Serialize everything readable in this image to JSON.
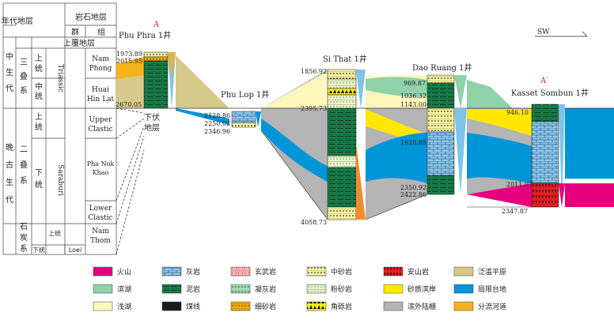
{
  "strat": {
    "h_chrono": "年代地层",
    "h_litho": "岩石地层",
    "h_group": "群",
    "h_formation": "组",
    "overburden": "上覆地层",
    "era_meso": "中生代",
    "triassic": "三叠系",
    "upper": "上统",
    "middle": "中统",
    "triassic_en": "Triassic",
    "nam_phong_1": "Nam",
    "nam_phong_2": "Phong",
    "huai_1": "Huai",
    "huai_2": "Hin Lat",
    "era_late_paleo": "晚古生代",
    "permian": "二叠系",
    "perm_upper": "上统",
    "perm_lower": "下统",
    "saraburi": "Saraburi",
    "upper_clastic_1": "Upper",
    "upper_clastic_2": "Clastic",
    "pha_nok_1": "Pha Nok",
    "pha_nok_2": "Khao",
    "lower_clastic_1": "Lower",
    "lower_clastic_2": "Clastic",
    "carb": "石炭系",
    "carb_upper": "上统",
    "carb_lower": "下统",
    "loei": "Loei",
    "nam_thom_1": "Nam",
    "nam_thom_2": "Thom"
  },
  "wells": {
    "phu_phra": "Phu Phra 1井",
    "phu_lop": "Phu Lop 1井",
    "si_that": "Si That 1井",
    "dao_ruang": "Dao Ruang 1井",
    "kasset": "Kasset Sombun 1井",
    "label_a": "A",
    "label_a2": "A′",
    "underlying_1": "下伏",
    "underlying_2": "地层",
    "direction": "SW"
  },
  "depths": {
    "d1973": "1973.89",
    "d2015": "2015.95",
    "d2670": "2670.05",
    "d2128": "2128.86",
    "d2250": "2250.02",
    "d2346": "2346.96",
    "d1856": "1856.92",
    "d2395": "2395.73",
    "d4058": "4058.73",
    "d969": "969.87",
    "d1036": "1036.32",
    "d1143": "1143.00",
    "d1628": "1628.85",
    "d2350": "2350.92",
    "d2422": "2422.86",
    "d946": "946.10",
    "d2011": "2011.07",
    "d2347": "2347.87"
  },
  "legend": [
    {
      "label": "火山",
      "kind": "volcanic",
      "color": "#e6007e"
    },
    {
      "label": "灰岩",
      "kind": "limestone",
      "color": "#7fc3ea"
    },
    {
      "label": "玄武岩",
      "kind": "basalt",
      "color": "#f5b6b6"
    },
    {
      "label": "中砂岩",
      "kind": "msand",
      "color": "#f8f5a0"
    },
    {
      "label": "安山岩",
      "kind": "andesite",
      "color": "#e31e24"
    },
    {
      "label": "泛滥平原",
      "kind": "floodplain",
      "color": "#d6c98a"
    },
    {
      "label": "滨湖",
      "kind": "shorelake",
      "color": "#8fd1a9"
    },
    {
      "label": "泥岩",
      "kind": "mudstone",
      "color": "#1a7d4a"
    },
    {
      "label": "凝灰岩",
      "kind": "tuff",
      "color": "#9fd9b3"
    },
    {
      "label": "粉砂岩",
      "kind": "siltstone",
      "color": "#e9f5c8"
    },
    {
      "label": "砂质滨岸",
      "kind": "sandshore",
      "color": "#ffe700"
    },
    {
      "label": "局限台地",
      "kind": "platform",
      "color": "#0094d9"
    },
    {
      "label": "浅湖",
      "kind": "shallowlake",
      "color": "#fdf6bb"
    },
    {
      "label": "煤线",
      "kind": "coal",
      "color": "#1a1a1a"
    },
    {
      "label": "细砂岩",
      "kind": "fsand",
      "color": "#f6a800"
    },
    {
      "label": "角砾岩",
      "kind": "breccia",
      "color": "#fff100"
    },
    {
      "label": "滨外陆棚",
      "kind": "offshore",
      "color": "#b4b4b4"
    },
    {
      "label": "分流河道",
      "kind": "channel",
      "color": "#f6b21a"
    }
  ]
}
